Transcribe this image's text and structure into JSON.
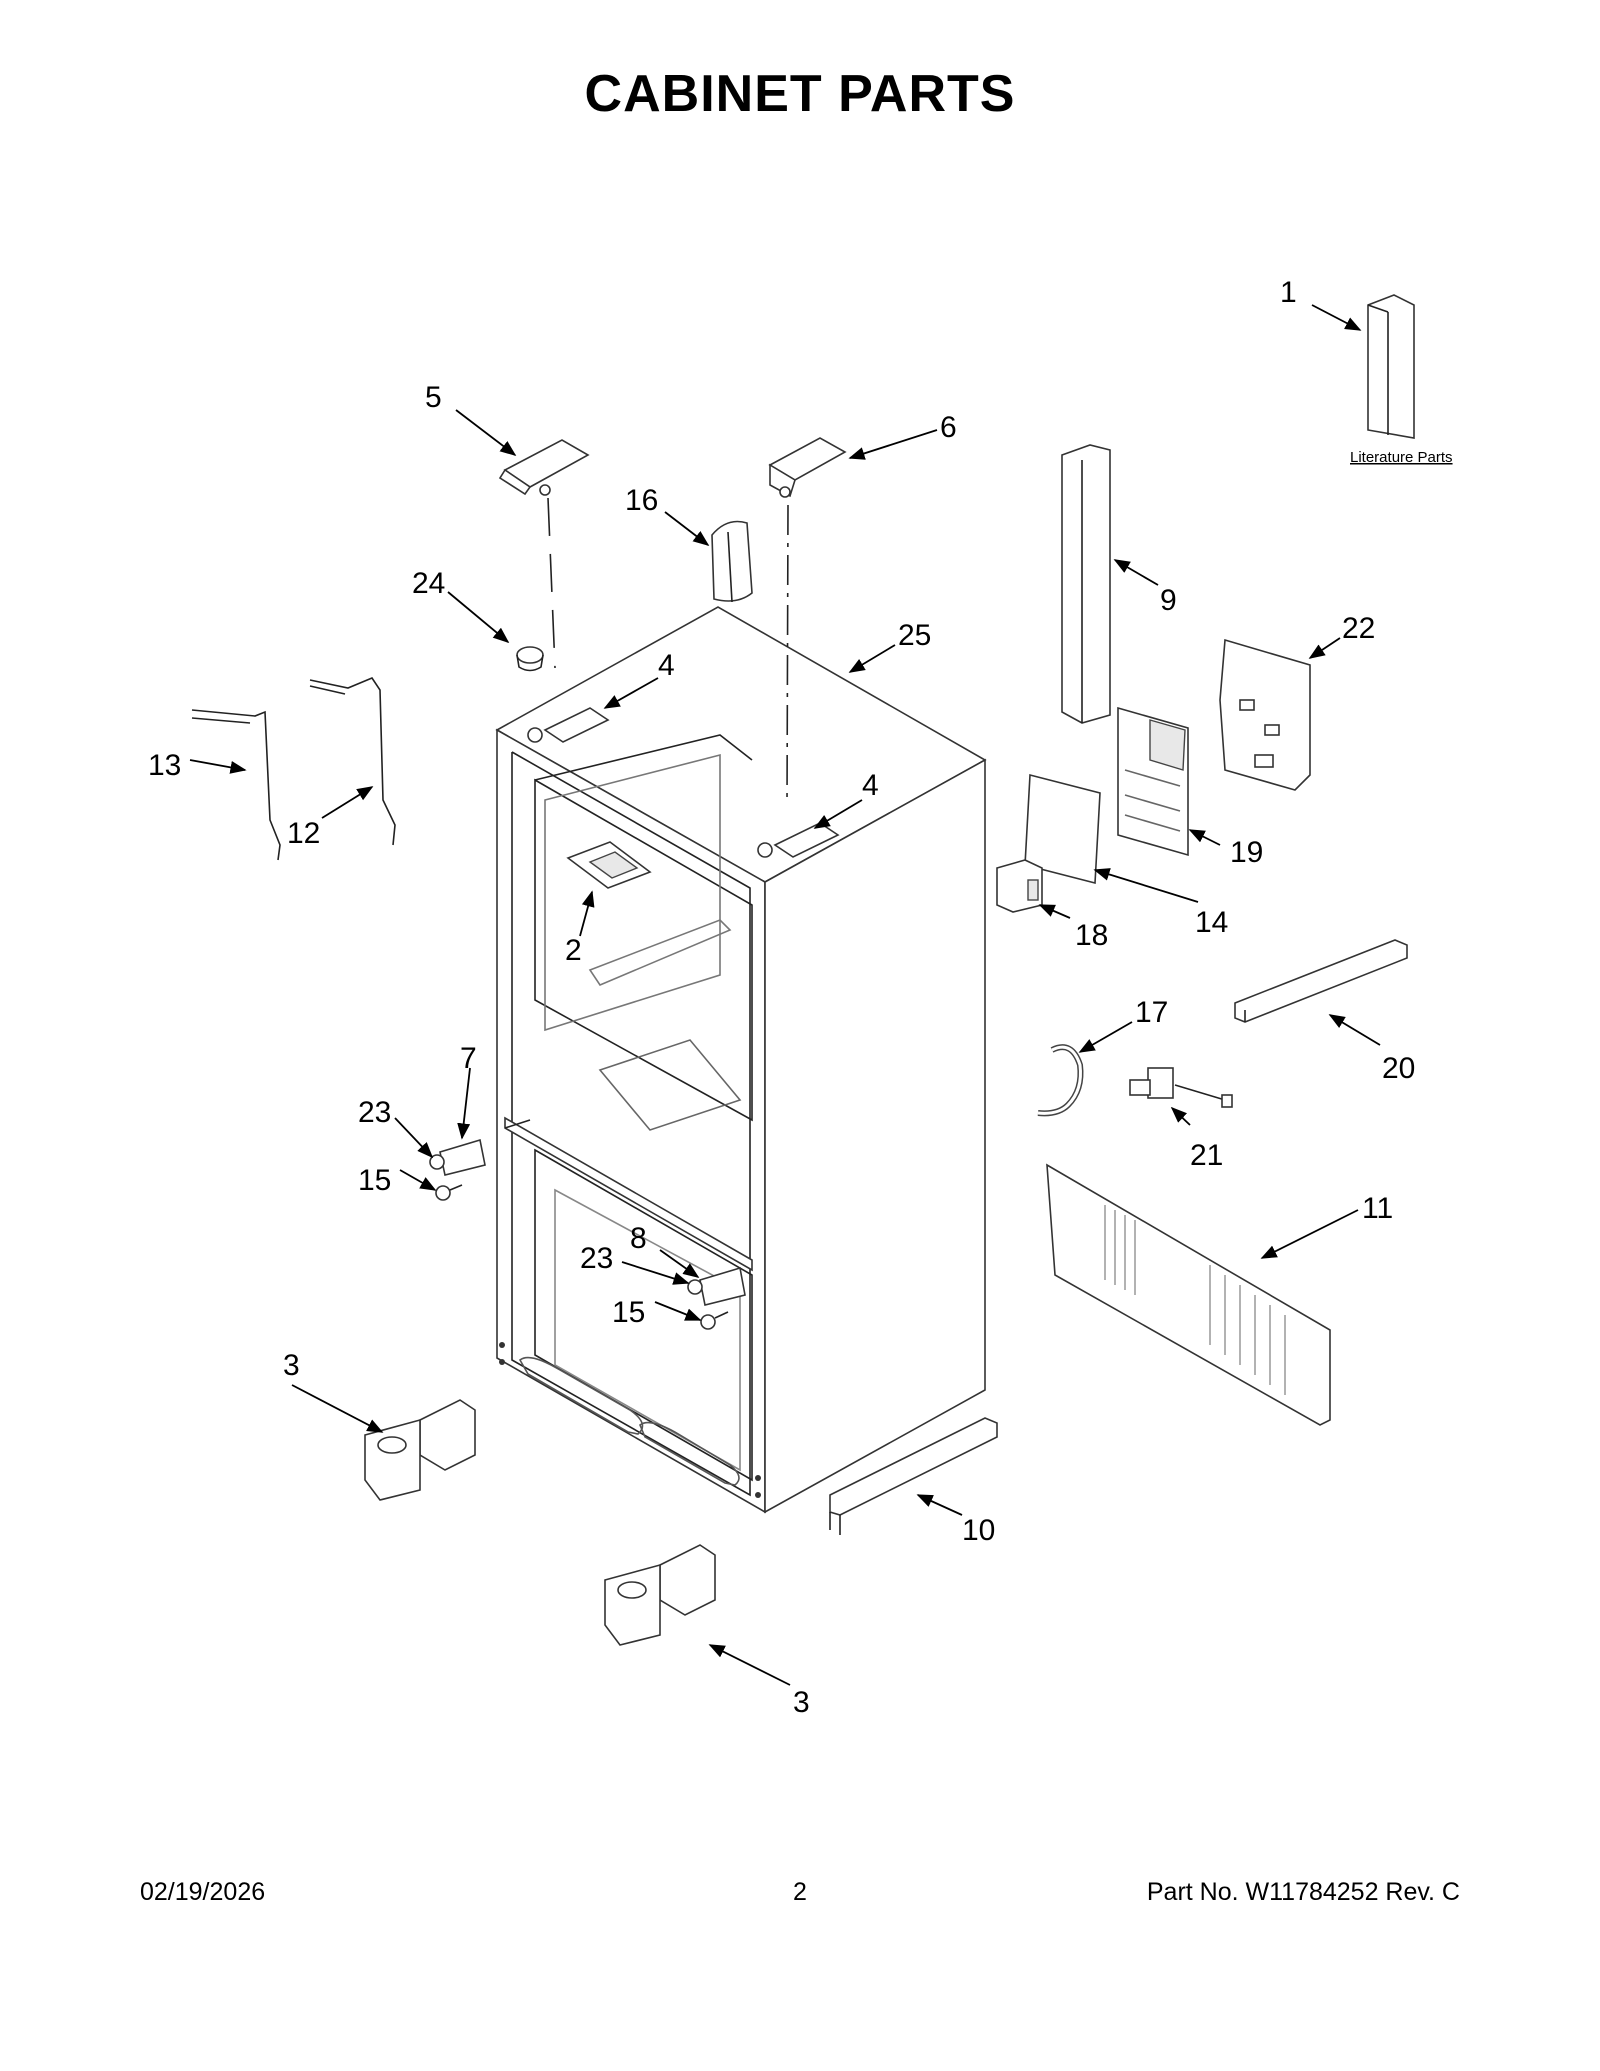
{
  "title": "CABINET PARTS",
  "literature_label": "Literature Parts",
  "callouts": {
    "c1": "1",
    "c2": "2",
    "c3a": "3",
    "c3b": "3",
    "c4a": "4",
    "c4b": "4",
    "c5": "5",
    "c6": "6",
    "c7": "7",
    "c8": "8",
    "c9": "9",
    "c10": "10",
    "c11": "11",
    "c12": "12",
    "c13": "13",
    "c14": "14",
    "c15a": "15",
    "c15b": "15",
    "c16": "16",
    "c17": "17",
    "c18": "18",
    "c19": "19",
    "c20": "20",
    "c21": "21",
    "c22": "22",
    "c23a": "23",
    "c23b": "23",
    "c24": "24",
    "c25": "25"
  },
  "footer": {
    "date": "02/19/2026",
    "page": "2",
    "part_no": "Part No.  W11784252  Rev.  C"
  }
}
